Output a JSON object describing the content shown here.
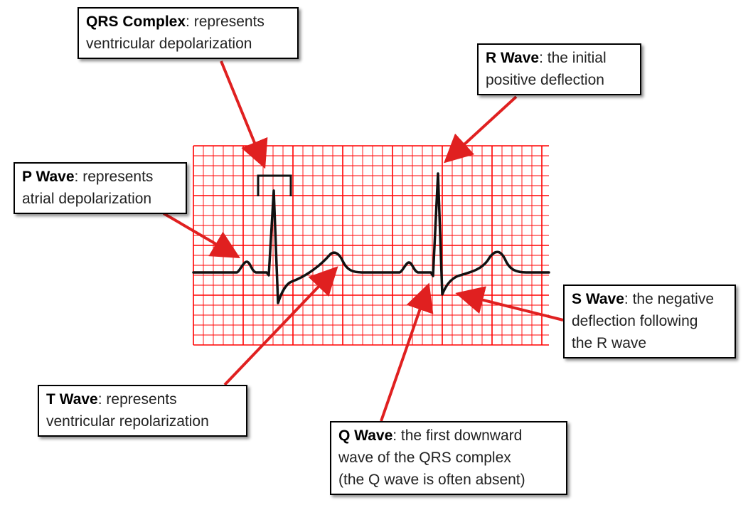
{
  "colors": {
    "grid": "#ff0000",
    "trace": "#111111",
    "arrow": "#e02020",
    "box_border": "#000000"
  },
  "labels": {
    "qrs": {
      "term": "QRS Complex",
      "line1_rest": ": represents",
      "line2": "ventricular depolarization"
    },
    "r": {
      "term": "R Wave",
      "line1_rest": ": the initial",
      "line2": "positive deflection"
    },
    "p": {
      "term": "P Wave",
      "line1_rest": ": represents",
      "line2": "atrial depolarization"
    },
    "s": {
      "term": "S Wave",
      "line1_rest": ": the negative",
      "line2": "deflection following",
      "line3": "the R wave"
    },
    "t": {
      "term": "T Wave",
      "line1_rest": ": represents",
      "line2": "ventricular repolarization"
    },
    "q": {
      "term": "Q Wave",
      "line1_rest": ": the first downward",
      "line2": "wave of the QRS complex",
      "line3": "(the Q wave is often absent)"
    }
  }
}
